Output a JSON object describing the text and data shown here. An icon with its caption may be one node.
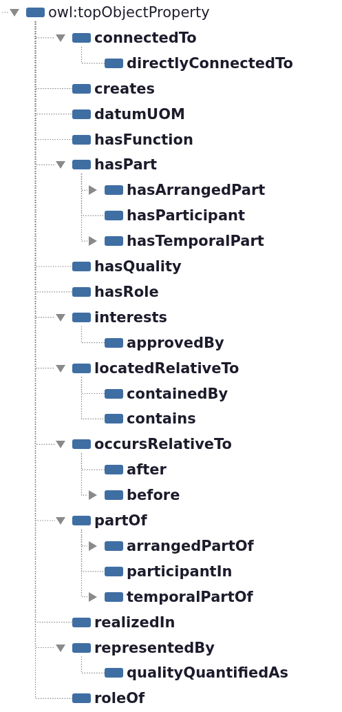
{
  "diagram": {
    "nodes": [
      {
        "text": [
          "owl:topObjectProperty"
        ]
      },
      {
        "text": [
          "connectedTo"
        ]
      },
      {
        "text": [
          "directlyConnectedTo"
        ]
      },
      {
        "text": [
          "creates"
        ]
      },
      {
        "text": [
          "datumUOM"
        ]
      },
      {
        "text": [
          "hasFunction"
        ]
      },
      {
        "text": [
          "hasPart"
        ]
      },
      {
        "text": [
          "hasArrangedPart"
        ]
      },
      {
        "text": [
          "hasParticipant"
        ]
      },
      {
        "text": [
          "hasTemporalPart"
        ]
      },
      {
        "text": [
          "hasQuality"
        ]
      },
      {
        "text": [
          "hasRole"
        ]
      },
      {
        "text": [
          "interests"
        ]
      },
      {
        "text": [
          "approvedBy"
        ]
      },
      {
        "text": [
          "locatedRelativeTo"
        ]
      },
      {
        "text": [
          "containedBy"
        ]
      },
      {
        "text": [
          "contains"
        ]
      },
      {
        "text": [
          "occursRelativeTo"
        ]
      },
      {
        "text": [
          "after"
        ]
      },
      {
        "text": [
          "before"
        ]
      },
      {
        "text": [
          "partOf"
        ]
      },
      {
        "text": [
          "arrangedPartOf"
        ]
      },
      {
        "text": [
          "participantIn"
        ]
      },
      {
        "text": [
          "temporalPartOf"
        ]
      },
      {
        "text": [
          "realizedIn"
        ]
      },
      {
        "text": [
          "representedBy"
        ]
      },
      {
        "text": [
          "qualityQuantifiedAs"
        ]
      },
      {
        "text": [
          "roleOf"
        ]
      }
    ],
    "edges": [
      {
        "from": 0,
        "to": 1,
        "arrow": "none",
        "style": "dashed"
      },
      {
        "from": 1,
        "to": 2,
        "arrow": "none",
        "style": "dashed"
      },
      {
        "from": 0,
        "to": 3,
        "arrow": "none",
        "style": "dashed"
      },
      {
        "from": 0,
        "to": 4,
        "arrow": "none",
        "style": "dashed"
      },
      {
        "from": 0,
        "to": 5,
        "arrow": "none",
        "style": "dashed"
      },
      {
        "from": 0,
        "to": 6,
        "arrow": "none",
        "style": "dashed"
      },
      {
        "from": 6,
        "to": 7,
        "arrow": "none",
        "style": "dashed"
      },
      {
        "from": 6,
        "to": 8,
        "arrow": "none",
        "style": "dashed"
      },
      {
        "from": 6,
        "to": 9,
        "arrow": "none",
        "style": "dashed"
      },
      {
        "from": 0,
        "to": 10,
        "arrow": "none",
        "style": "dashed"
      },
      {
        "from": 0,
        "to": 11,
        "arrow": "none",
        "style": "dashed"
      },
      {
        "from": 0,
        "to": 12,
        "arrow": "none",
        "style": "dashed"
      },
      {
        "from": 12,
        "to": 13,
        "arrow": "none",
        "style": "dashed"
      },
      {
        "from": 0,
        "to": 14,
        "arrow": "none",
        "style": "dashed"
      },
      {
        "from": 14,
        "to": 15,
        "arrow": "none",
        "style": "dashed"
      },
      {
        "from": 14,
        "to": 16,
        "arrow": "none",
        "style": "dashed"
      },
      {
        "from": 0,
        "to": 17,
        "arrow": "none",
        "style": "dashed"
      },
      {
        "from": 17,
        "to": 18,
        "arrow": "none",
        "style": "dashed"
      },
      {
        "from": 17,
        "to": 19,
        "arrow": "none",
        "style": "dashed"
      },
      {
        "from": 0,
        "to": 20,
        "arrow": "none",
        "style": "dashed"
      },
      {
        "from": 20,
        "to": 21,
        "arrow": "none",
        "style": "dashed"
      },
      {
        "from": 20,
        "to": 22,
        "arrow": "none",
        "style": "dashed"
      },
      {
        "from": 20,
        "to": 23,
        "arrow": "none",
        "style": "dashed"
      },
      {
        "from": 0,
        "to": 24,
        "arrow": "none",
        "style": "dashed"
      },
      {
        "from": 0,
        "to": 25,
        "arrow": "none",
        "style": "dashed"
      },
      {
        "from": 25,
        "to": 26,
        "arrow": "none",
        "style": "dashed"
      },
      {
        "from": 0,
        "to": 27,
        "arrow": "none",
        "style": "dashed"
      }
    ]
  }
}
